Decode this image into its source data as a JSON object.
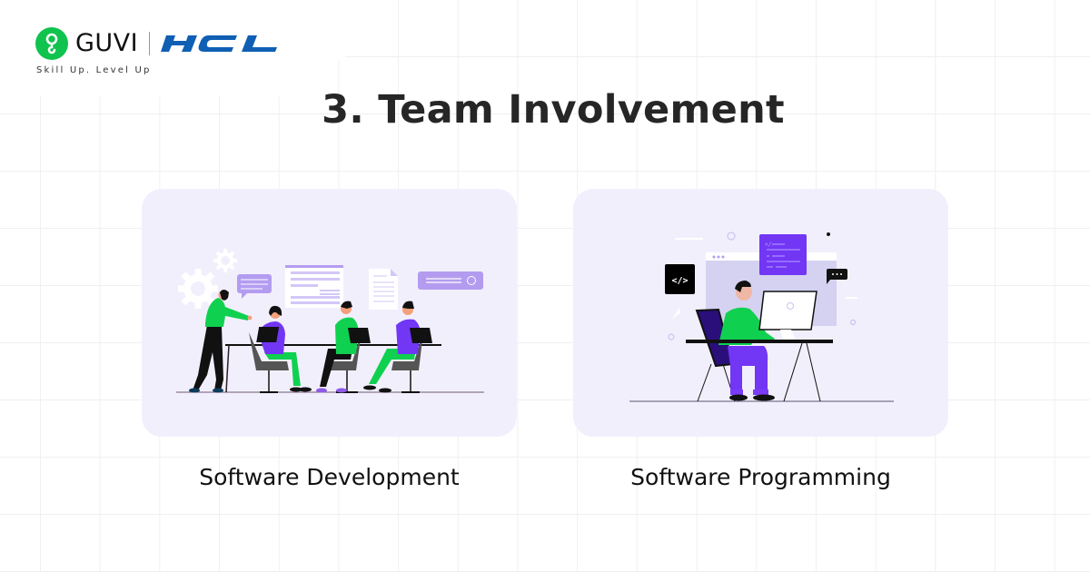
{
  "brand": {
    "name": "GUVI",
    "partner": "HCL",
    "tagline": "Skill Up. Level Up",
    "colors": {
      "guvi_green": "#10c34e",
      "hcl_blue": "#0f5fb4"
    }
  },
  "page": {
    "title": "3. Team Involvement"
  },
  "cards": [
    {
      "caption": "Software Development",
      "illustration": "team-meeting-illustration"
    },
    {
      "caption": "Software Programming",
      "illustration": "developer-at-desk-illustration"
    }
  ],
  "colors": {
    "card_bg": "#f2effd",
    "accent_green": "#10d050",
    "accent_purple": "#7236f5",
    "soft_purple": "#b39cf0",
    "grid_line": "#f0f0f2",
    "title_text": "#262626"
  }
}
